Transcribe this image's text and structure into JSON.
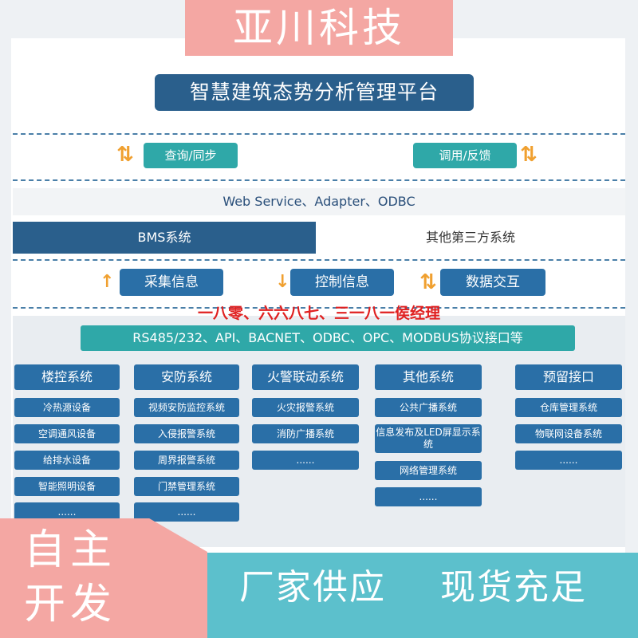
{
  "brand": "亚川科技",
  "platform_title": "智慧建筑态势分析管理平台",
  "sync": {
    "query_sync": "查询/同步",
    "call_feedback": "调用/反馈"
  },
  "protocols": "Web Service、Adapter、ODBC",
  "bms": "BMS系统",
  "third_party": "其他第三方系统",
  "data_flow": {
    "collect": "采集信息",
    "control": "控制信息",
    "exchange": "数据交互"
  },
  "watermark": "一八零、六六八七、三一八一侯经理",
  "interfaces": "RS485/232、API、BACNET、ODBC、OPC、MODBUS协议接口等",
  "columns": [
    {
      "title": "楼控系统",
      "items": [
        "冷热源设备",
        "空调通风设备",
        "给排水设备",
        "智能照明设备",
        "......"
      ]
    },
    {
      "title": "安防系统",
      "items": [
        "视频安防监控系统",
        "入侵报警系统",
        "周界报警系统",
        "门禁管理系统",
        "......"
      ]
    },
    {
      "title": "火警联动系统",
      "items": [
        "火灾报警系统",
        "消防广播系统",
        "......"
      ]
    },
    {
      "title": "其他系统",
      "items": [
        "公共广播系统",
        "信息发布及LED屏显示系统",
        "网络管理系统",
        "......"
      ]
    },
    {
      "title": "预留接口",
      "items": [
        "仓库管理系统",
        "物联网设备系统",
        "......"
      ]
    }
  ],
  "corner_text": {
    "line1": "自主",
    "line2": "开发"
  },
  "slogans": {
    "left": "厂家供应",
    "right": "现货充足"
  },
  "colors": {
    "navy": "#2a5f8c",
    "blue": "#2a6fa7",
    "teal": "#2fa8a8",
    "pink": "#f4a7a3",
    "cyan_band": "#5cc0cc",
    "arrow": "#f0a030",
    "watermark_red": "#e02020"
  }
}
